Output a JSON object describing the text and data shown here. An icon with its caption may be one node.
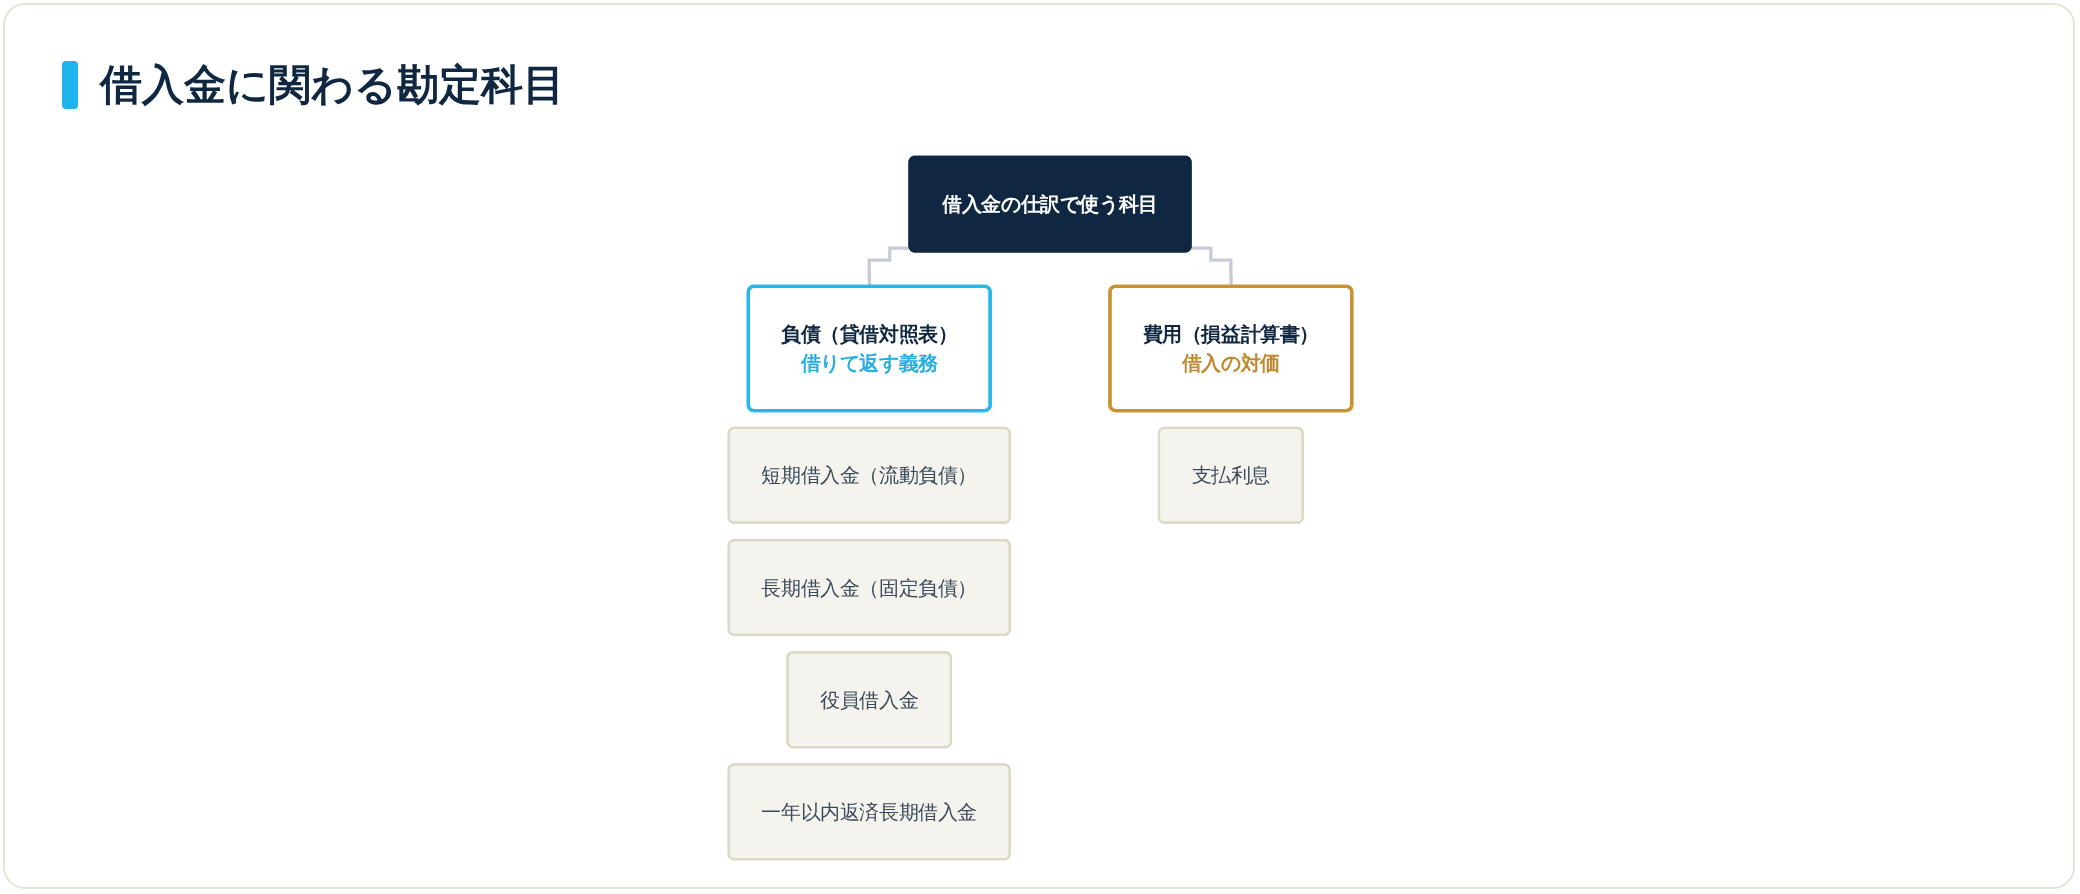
{
  "diagram": {
    "title": "借入金に関わる勘定科目",
    "nodes": [
      {
        "text": [
          "借入金の仕訳で使う科目"
        ]
      },
      {
        "text": [
          "負債（貸借対照表）",
          "借りて返す義務"
        ]
      },
      {
        "text": [
          "短期借入金（流動負債）"
        ]
      },
      {
        "text": [
          "長期借入金（固定負債）"
        ]
      },
      {
        "text": [
          "役員借入金"
        ]
      },
      {
        "text": [
          "一年以内返済長期借入金"
        ]
      },
      {
        "text": [
          "費用（損益計算書）",
          "借入の対価"
        ]
      },
      {
        "text": [
          "支払利息"
        ]
      }
    ],
    "edges": [
      {
        "from": 0,
        "to": 1,
        "arrow": "none"
      },
      {
        "from": 0,
        "to": 6,
        "arrow": "none"
      }
    ]
  }
}
